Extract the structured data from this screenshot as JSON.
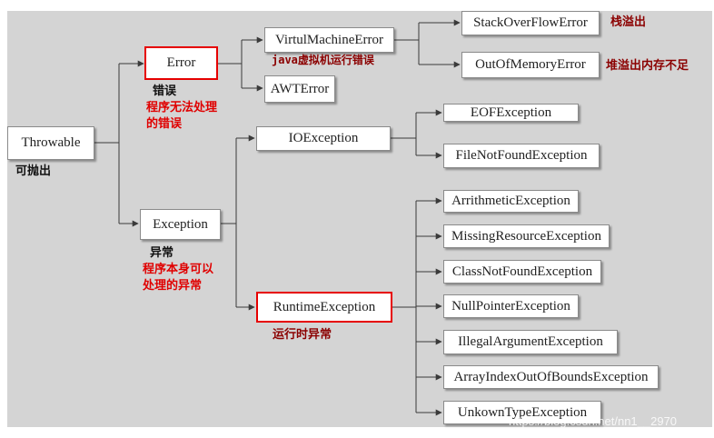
{
  "nodes": {
    "throwable": "Throwable",
    "error": "Error",
    "exception": "Exception",
    "virtual_machine_error": "VirtulMachineError",
    "awt_error": "AWTError",
    "stack_overflow_error": "StackOverFlowError",
    "out_of_memory_error": "OutOfMemoryError",
    "io_exception": "IOException",
    "runtime_exception": "RuntimeException",
    "eof_exception": "EOFException",
    "file_not_found_exception": "FileNotFoundException",
    "arithmetic_exception": "ArrithmeticException",
    "missing_resource_exception": "MissingResourceException",
    "class_not_found_exception": "ClassNotFoundException",
    "null_pointer_exception": "NullPointerException",
    "illegal_argument_exception": "IllegalArgumentException",
    "array_index_out_of_bounds_exception": "ArrayIndexOutOfBoundsException",
    "unkown_type_exception": "UnkownTypeException"
  },
  "notes": {
    "throwable_note": "可抛出",
    "error_note": "错误",
    "error_desc_line1": "程序无法处理",
    "error_desc_line2": "的错误",
    "vm_error_note": "java虚拟机运行错误",
    "stack_overflow_note": "栈溢出",
    "out_of_memory_note": "堆溢出内存不足",
    "exception_note": "异常",
    "exception_desc_line1": "程序本身可以",
    "exception_desc_line2": "处理的异常",
    "runtime_note": "运行时异常"
  },
  "watermark": "https://blog.csdn.net/nn1__2970",
  "colors": {
    "background": "#d4d4d4",
    "highlight_border": "#e60000",
    "note_red": "#e00000",
    "note_dark_red": "#8b0000",
    "connector": "#3a3a3a"
  }
}
